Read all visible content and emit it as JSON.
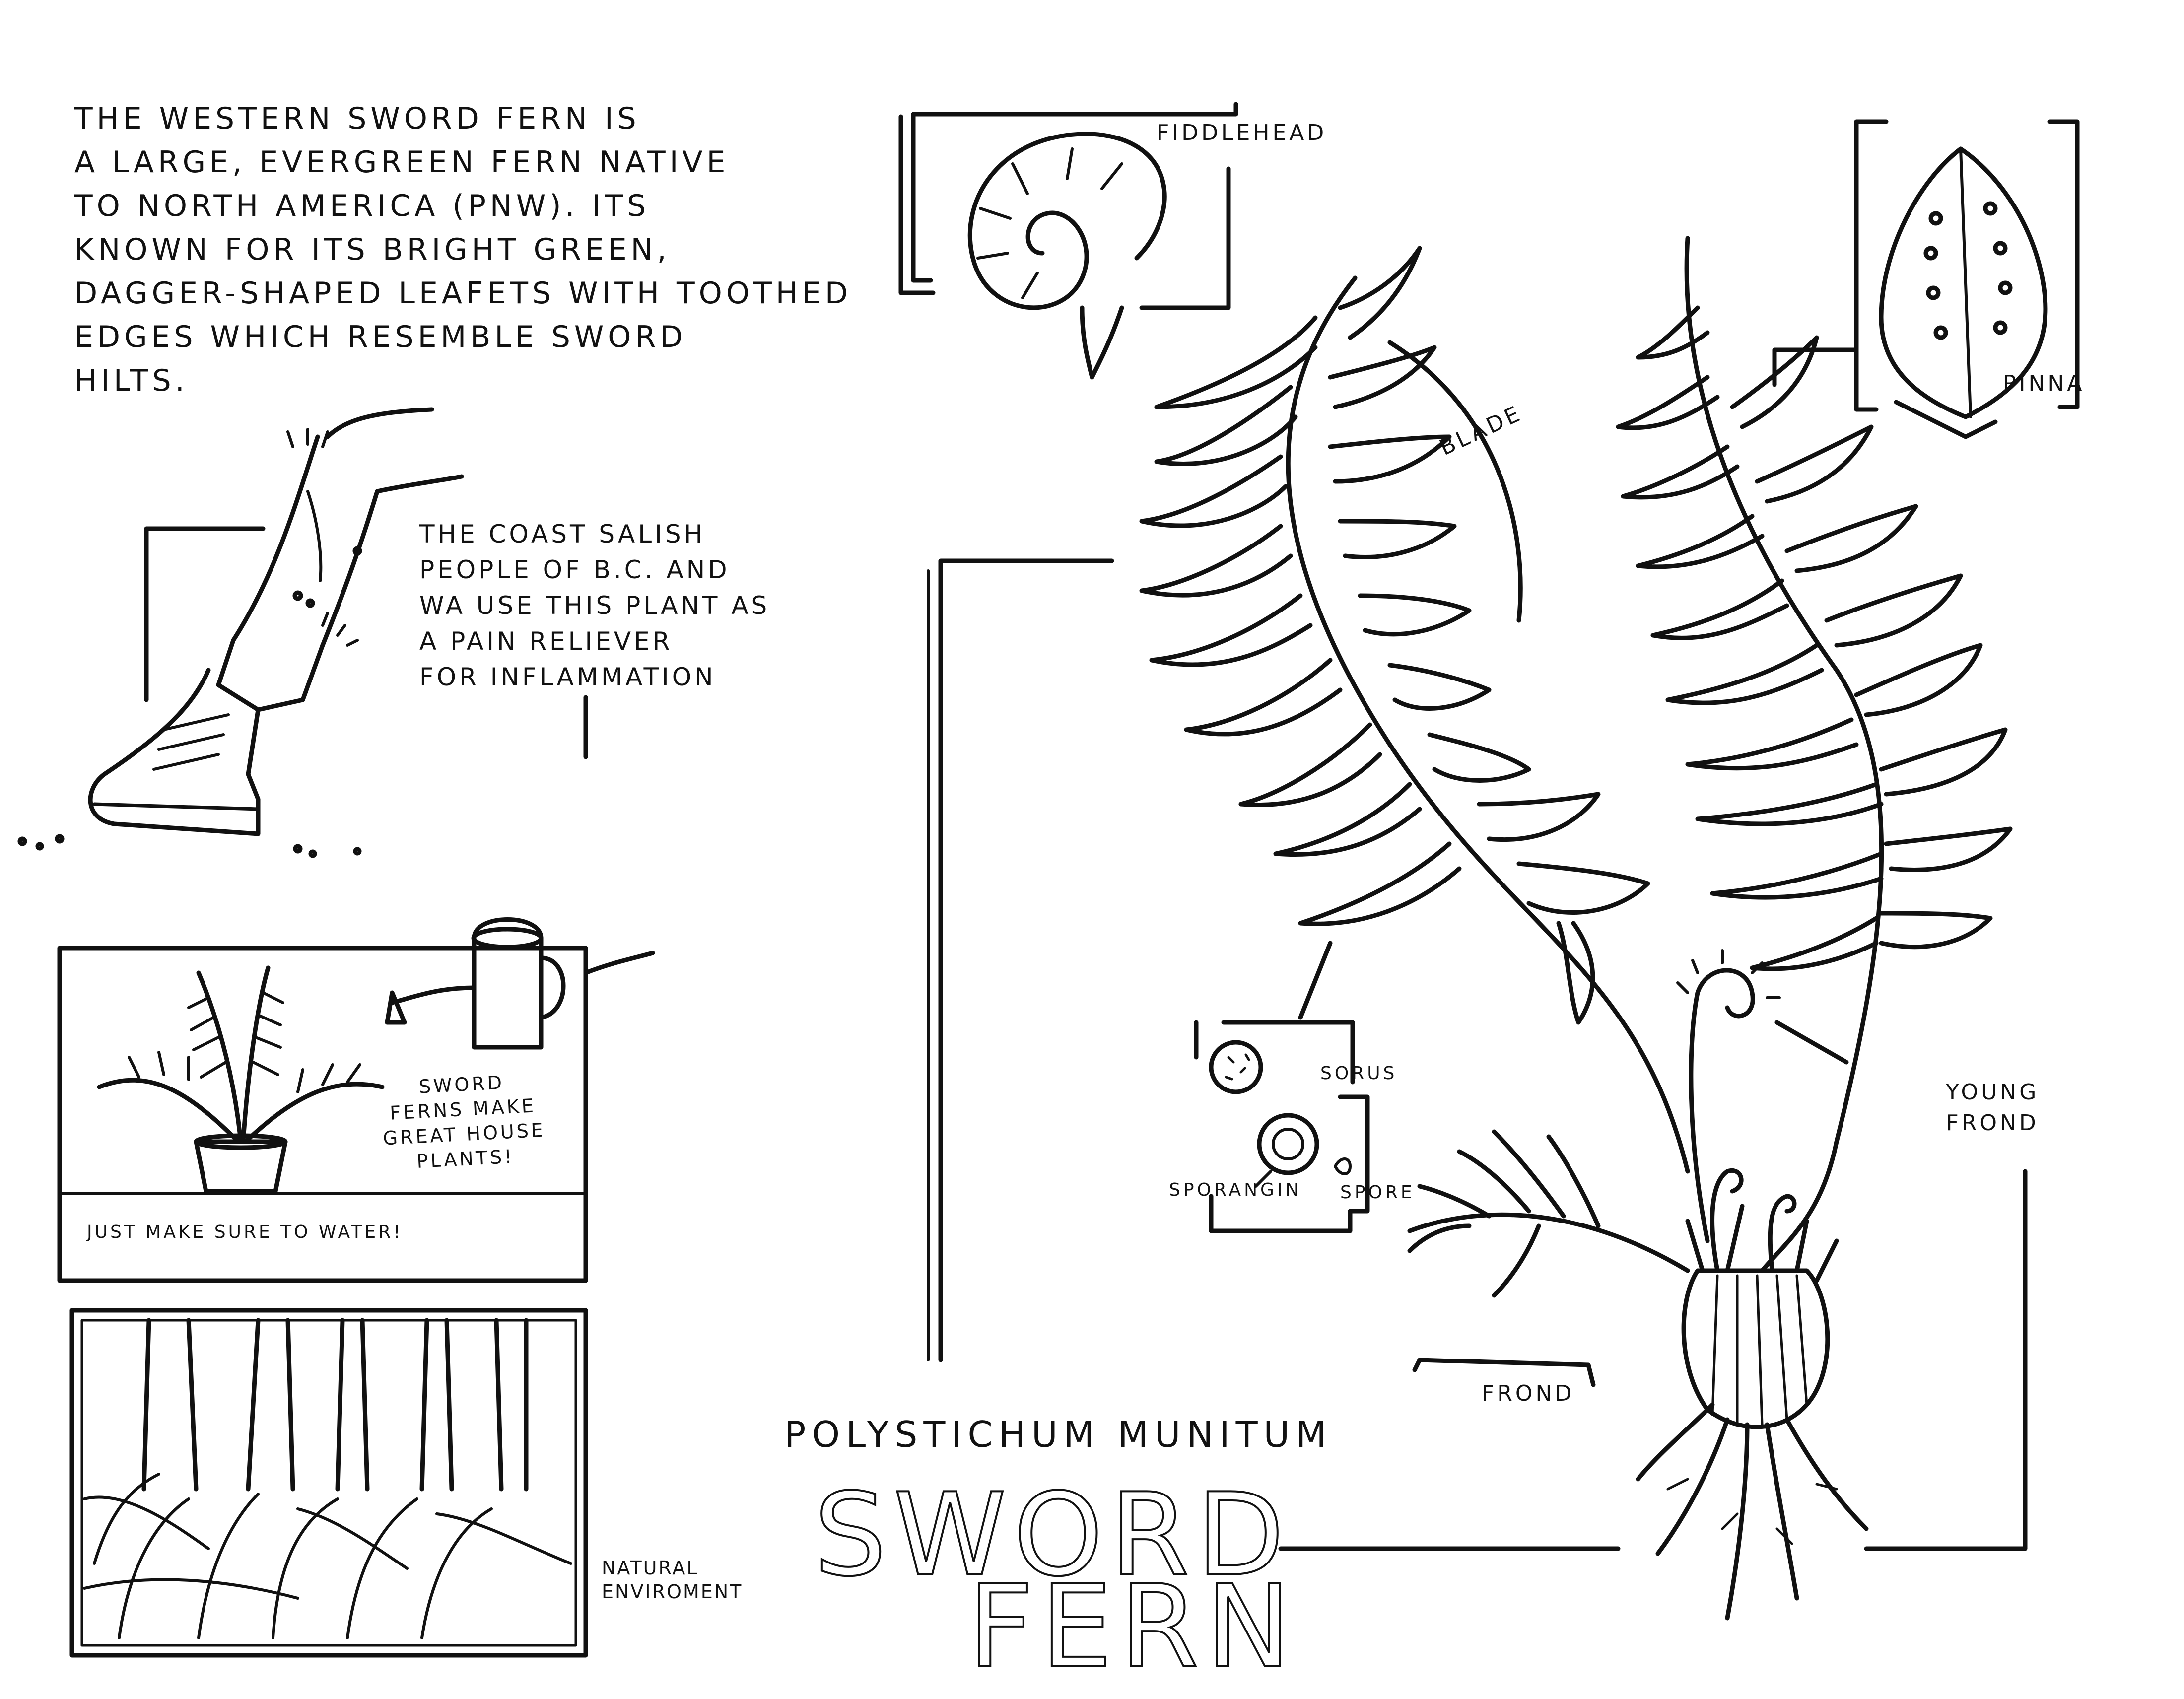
{
  "intro": {
    "line1": "THE WESTERN SWORD FERN IS",
    "line2": "A LARGE, EVERGREEN FERN NATIVE",
    "line3": "TO NORTH AMERICA (PNW). ITS",
    "line4": "KNOWN FOR ITS BRIGHT GREEN,",
    "line5": "DAGGER-SHAPED LEAFETS WITH TOOTHED",
    "line6": "EDGES WHICH RESEMBLE SWORD",
    "line7": "HILTS."
  },
  "salish": {
    "line1": "THE COAST SALISH",
    "line2": "PEOPLE OF B.C. AND",
    "line3": "WA USE THIS PLANT AS",
    "line4": "A PAIN RELIEVER",
    "line5": "FOR INFLAMMATION"
  },
  "houseplant": {
    "line1": "SWORD",
    "line2": "FERNS MAKE",
    "line3": "GREAT HOUSE",
    "line4": "PLANTS!",
    "water_note": "JUST MAKE SURE TO WATER!"
  },
  "natural": {
    "line1": "NATURAL",
    "line2": "ENVIROMENT"
  },
  "labels": {
    "fiddlehead": "FIDDLEHEAD",
    "pinna": "PINNA",
    "blade": "BLADE",
    "sorus": "SORUS",
    "sporangin": "SPORANGIN",
    "spore": "SPORE",
    "young1": "YOUNG",
    "young2": "FROND",
    "frond": "FROND"
  },
  "title": {
    "scientific": "POLYSTICHUM MUNITUM",
    "common1": "SWORD",
    "common2": "FERN"
  }
}
